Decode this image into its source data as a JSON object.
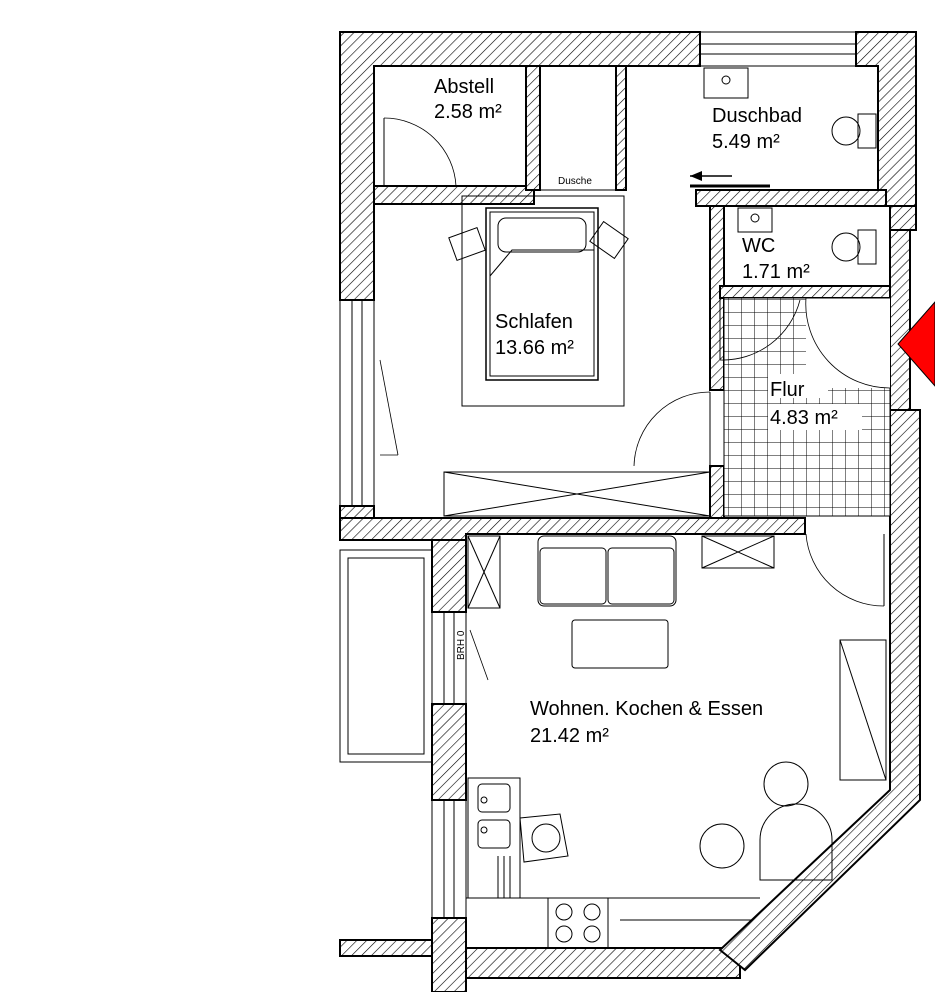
{
  "rooms": {
    "abstell": {
      "name": "Abstell",
      "area": "2.58 m²"
    },
    "duschbad": {
      "name": "Duschbad",
      "area": "5.49 m²"
    },
    "wc": {
      "name": "WC",
      "area": "1.71 m²"
    },
    "schlafen": {
      "name": "Schlafen",
      "area": "13.66 m²"
    },
    "flur": {
      "name": "Flur",
      "area": "4.83 m²"
    },
    "wohnen": {
      "name": "Wohnen. Kochen & Essen",
      "area": "21.42 m²"
    }
  },
  "labels": {
    "dusche": "Dusche",
    "brh": "BRH 0"
  },
  "colors": {
    "wall_line": "#000000",
    "background": "#ffffff",
    "marker": "#ff0000"
  },
  "icons": {
    "entrance_marker": "red-diamond-icon",
    "direction_arrow": "arrow-left-icon"
  }
}
